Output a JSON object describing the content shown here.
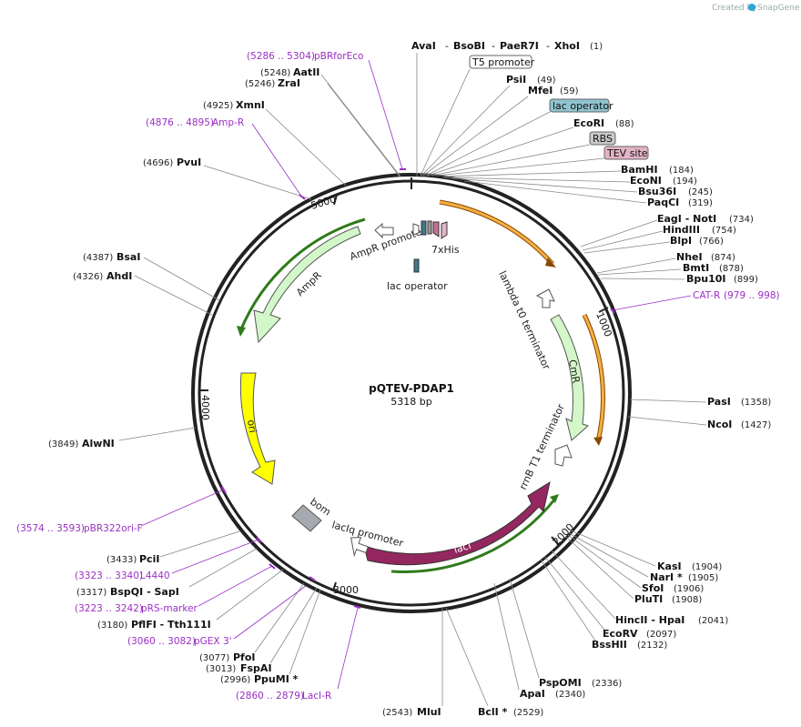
{
  "credit": {
    "created_by": "Created by",
    "brand": "SnapGene"
  },
  "plasmid": {
    "name": "pQTEV-PDAP1",
    "size": "5318 bp"
  },
  "ticks": [
    {
      "label": "1000"
    },
    {
      "label": "2000"
    },
    {
      "label": "3000"
    },
    {
      "label": "4000"
    },
    {
      "label": "5000"
    }
  ],
  "top_sites": {
    "parts": [
      "AvaI",
      "BsoBI",
      "PaeR7I",
      "XhoI"
    ],
    "position": "(1)"
  },
  "right_sites": [
    {
      "name": "PsiI",
      "pos": "(49)"
    },
    {
      "name": "MfeI",
      "pos": "(59)"
    },
    {
      "name": "EcoRI",
      "pos": "(88)"
    },
    {
      "name": "BamHI",
      "pos": "(184)"
    },
    {
      "name": "EcoNI",
      "pos": "(194)"
    },
    {
      "name": "Bsu36I",
      "pos": "(245)"
    },
    {
      "name": "PaqCI",
      "pos": "(319)"
    },
    {
      "name": "EagI - NotI",
      "pos": "(734)"
    },
    {
      "name": "HindIII",
      "pos": "(754)"
    },
    {
      "name": "BlpI",
      "pos": "(766)"
    },
    {
      "name": "NheI",
      "pos": "(874)"
    },
    {
      "name": "BmtI",
      "pos": "(878)"
    },
    {
      "name": "Bpu10I",
      "pos": "(899)"
    },
    {
      "name": "PasI",
      "pos": "(1358)"
    },
    {
      "name": "NcoI",
      "pos": "(1427)"
    }
  ],
  "lower_right_sites": [
    {
      "name": "KasI",
      "pos": "(1904)"
    },
    {
      "name": "NarI *",
      "pos": "(1905)"
    },
    {
      "name": "SfoI",
      "pos": "(1906)"
    },
    {
      "name": "PluTI",
      "pos": "(1908)"
    },
    {
      "name": "HincII - HpaI",
      "pos": "(2041)"
    },
    {
      "name": "EcoRV",
      "pos": "(2097)"
    },
    {
      "name": "BssHII",
      "pos": "(2132)"
    },
    {
      "name": "PspOMI",
      "pos": "(2336)"
    },
    {
      "name": "ApaI",
      "pos": "(2340)"
    }
  ],
  "bottom_sites": [
    {
      "name": "MluI",
      "pos": "(2543)"
    },
    {
      "name": "BclI *",
      "pos": "(2529)"
    }
  ],
  "left_sites": [
    {
      "name": "AatII",
      "pos": "(5248)"
    },
    {
      "name": "ZraI",
      "pos": "(5246)"
    },
    {
      "name": "XmnI",
      "pos": "(4925)"
    },
    {
      "name": "PvuI",
      "pos": "(4696)"
    },
    {
      "name": "BsaI",
      "pos": "(4387)"
    },
    {
      "name": "AhdI",
      "pos": "(4326)"
    },
    {
      "name": "AlwNI",
      "pos": "(3849)"
    },
    {
      "name": "PciI",
      "pos": "(3433)"
    },
    {
      "name": "BspQI - SapI",
      "pos": "(3317)"
    },
    {
      "name": "PflFI - Tth111I",
      "pos": "(3180)"
    },
    {
      "name": "PfoI",
      "pos": "(3077)"
    },
    {
      "name": "FspAI",
      "pos": "(3013)"
    },
    {
      "name": "PpuMI *",
      "pos": "(2996)"
    }
  ],
  "primers": [
    {
      "name": "pBRforEco",
      "range": "(5286 .. 5304)"
    },
    {
      "name": "Amp-R",
      "range": "(4876 .. 4895)"
    },
    {
      "name": "CAT-R",
      "range": "(979 .. 998)"
    },
    {
      "name": "pBR322ori-F",
      "range": "(3574 .. 3593)"
    },
    {
      "name": "L4440",
      "range": "(3323 .. 3340)"
    },
    {
      "name": "pRS-marker",
      "range": "(3223 .. 3242)"
    },
    {
      "name": "pGEX 3'",
      "range": "(3060 .. 3082)"
    },
    {
      "name": "LacI-R",
      "range": "(2860 .. 2879)"
    }
  ],
  "boxed_labels": [
    {
      "name": "T5 promoter",
      "fill": "#ffffff"
    },
    {
      "name": "lac operator",
      "fill": "#8fc3cf"
    },
    {
      "name": "RBS",
      "fill": "#c8c8c8"
    },
    {
      "name": "TEV site",
      "fill": "#e3b3c6"
    }
  ],
  "features": [
    {
      "name": "AmpR promoter"
    },
    {
      "name": "AmpR"
    },
    {
      "name": "lac operator"
    },
    {
      "name": "7xHis"
    },
    {
      "name": "lambda t0 terminator"
    },
    {
      "name": "CmR"
    },
    {
      "name": "rrnB T1 terminator"
    },
    {
      "name": "lacI"
    },
    {
      "name": "lacIq promoter"
    },
    {
      "name": "bom"
    },
    {
      "name": "ori"
    }
  ],
  "colors": {
    "backbone": "#222222",
    "ampr": "#d3f7c9",
    "cmr": "#d3f7c9",
    "ori": "#ffff00",
    "laci": "#94275f",
    "orf": "#f2a83a",
    "green_orf": "#2f7b1a",
    "primer": "#9b2fc4",
    "bom": "#a4aaaf"
  }
}
